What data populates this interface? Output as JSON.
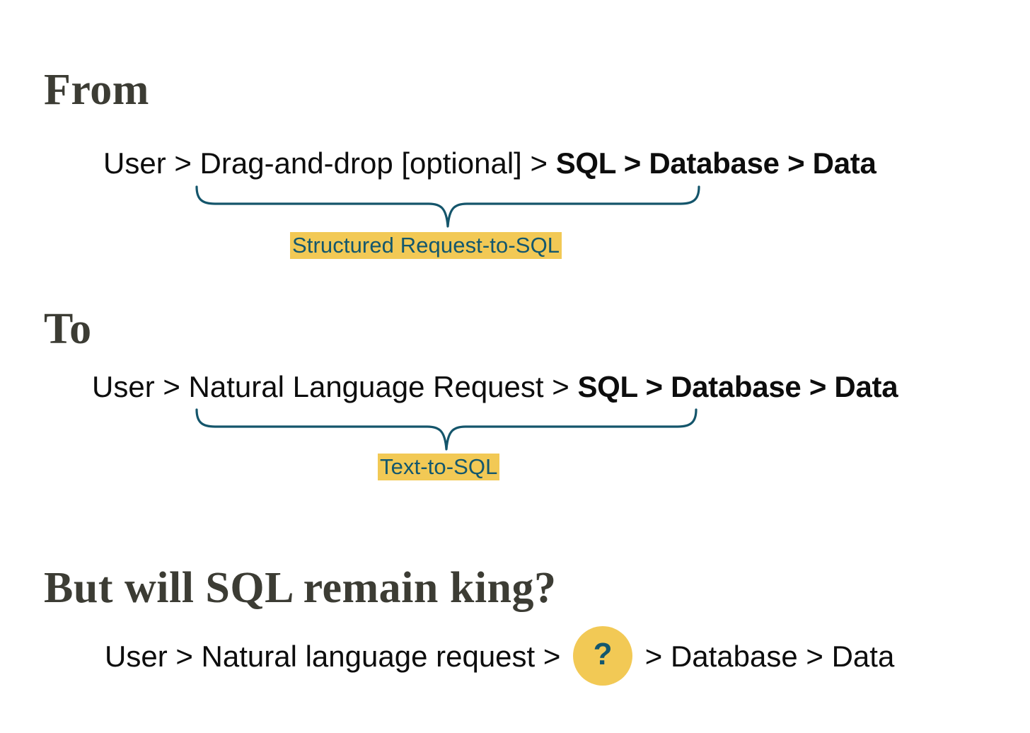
{
  "page": {
    "background": "#ffffff",
    "heading_color": "#3c3c34",
    "text_color": "#0d0d0d",
    "accent_highlight": "#f2c955",
    "accent_teal": "#13576e",
    "brace_color": "#14556b"
  },
  "sections": {
    "from": {
      "heading": "From",
      "flow": [
        {
          "text": "User > Drag-and-drop [optional] > ",
          "bold": false
        },
        {
          "text": "SQL > Database > Data",
          "bold": true
        }
      ],
      "brace_label": "Structured Request-to-SQL"
    },
    "to": {
      "heading": "To",
      "flow": [
        {
          "text": "User > Natural Language Request > ",
          "bold": false
        },
        {
          "text": "SQL > Database > Data",
          "bold": true
        }
      ],
      "brace_label": "Text-to-SQL"
    },
    "question": {
      "heading": "But will SQL remain king?",
      "flow_before": "User > Natural language request > ",
      "badge": "?",
      "flow_after": " > Database > Data"
    }
  }
}
